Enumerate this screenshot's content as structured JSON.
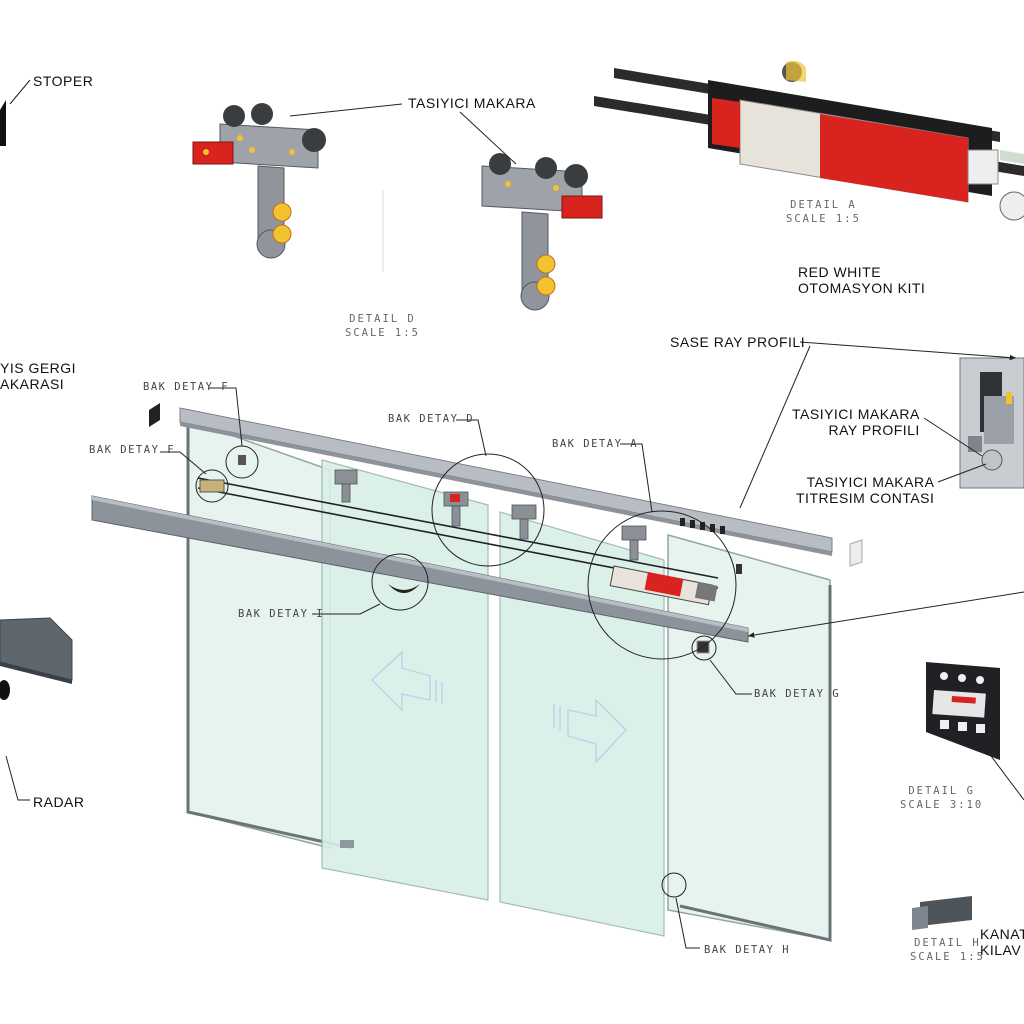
{
  "labels": {
    "stoper": "STOPER",
    "tasiyici_makara": "TASIYICI MAKARA",
    "detail_d": "DETAIL D",
    "scale_d": "SCALE 1:5",
    "detail_a": "DETAIL A",
    "scale_a": "SCALE 1:5",
    "red_white_1": "RED WHITE",
    "red_white_2": "OTOMASYON KITI",
    "gergi_1": "YIS GERGI",
    "gergi_2": "AKARASI",
    "sase_ray": "SASE RAY PROFILI",
    "ray_profili_1": "TASIYICI MAKARA",
    "ray_profili_2": "RAY PROFILI",
    "titresim_1": "TASIYICI MAKARA",
    "titresim_2": "TITRESIM CONTASI",
    "bak_f_1": "BAK DETAY F",
    "bak_f_2": "BAK DETAY F",
    "bak_d": "BAK DETAY D",
    "bak_a": "BAK DETAY A",
    "bak_i": "BAK DETAY I",
    "bak_g": "BAK DETAY G",
    "bak_h": "BAK DETAY H",
    "radar": "RADAR",
    "detail_g": "DETAIL G",
    "scale_g": "SCALE 3:10",
    "detail_h": "DETAIL H",
    "scale_h": "SCALE 1:5",
    "kanat_1": "KANAT",
    "kanat_2": "KILAV"
  },
  "colors": {
    "accent_red": "#d9231f",
    "rail_gray": "#9aa0a8",
    "glass": "#e3f2ee",
    "glass_edge": "#8fa7a2",
    "leader": "#222222",
    "roller_yellow": "#f2c230",
    "roller_gray": "#6e7379"
  },
  "icons": [
    "carrier-roller-icon",
    "door-motor-icon",
    "control-panel-icon",
    "radar-sensor-icon",
    "stopper-icon",
    "rail-profile-icon",
    "arrow-left-icon",
    "arrow-right-icon",
    "guide-icon"
  ]
}
